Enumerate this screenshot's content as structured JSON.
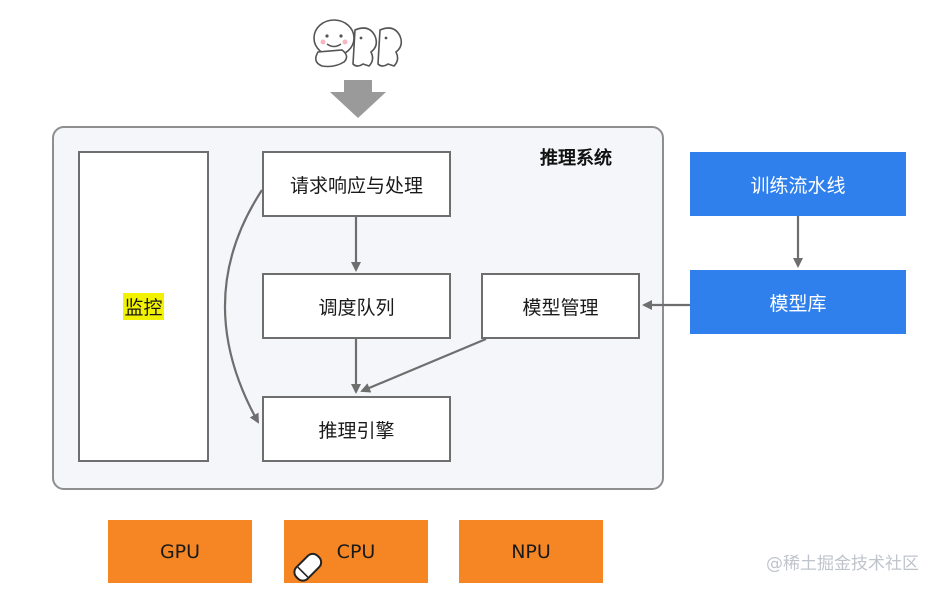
{
  "diagram": {
    "system_label": "推理系统",
    "nodes": {
      "monitor": "监控",
      "request_handling": "请求响应与处理",
      "scheduling_queue": "调度队列",
      "inference_engine": "推理引擎",
      "model_management": "模型管理",
      "training_pipeline": "训练流水线",
      "model_repository": "模型库"
    },
    "hardware": [
      "GPU",
      "CPU",
      "NPU"
    ]
  },
  "watermark": "@稀土掘金技术社区",
  "colors": {
    "blue": "#2f80ed",
    "orange": "#f58623",
    "container_bg": "#f4f6fa",
    "arrow": "#6e6e6e",
    "highlight": "#f2f200"
  },
  "icons": [
    "users-icon",
    "down-arrow-icon",
    "pen-cursor-icon"
  ]
}
